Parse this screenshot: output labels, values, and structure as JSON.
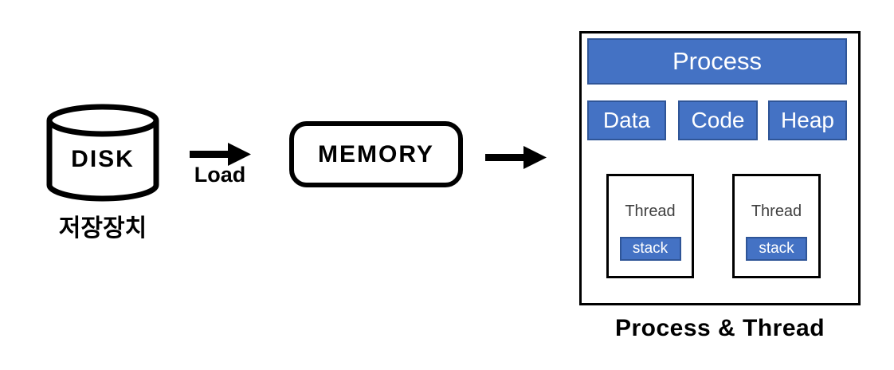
{
  "diagram": {
    "disk": {
      "label": "DISK",
      "caption": "저장장치"
    },
    "load_arrow": {
      "label": "Load"
    },
    "memory": {
      "label": "MEMORY"
    },
    "process_box": {
      "header": "Process",
      "segments": [
        "Data",
        "Code",
        "Heap"
      ],
      "threads": [
        {
          "label": "Thread",
          "stack": "stack"
        },
        {
          "label": "Thread",
          "stack": "stack"
        }
      ],
      "caption": "Process & Thread"
    },
    "colors": {
      "blue_fill": "#4472C4",
      "blue_border": "#2F5597",
      "outline_black": "#000000",
      "thread_text": "#3F3F3F",
      "box_text": "#FFFFFF"
    }
  }
}
